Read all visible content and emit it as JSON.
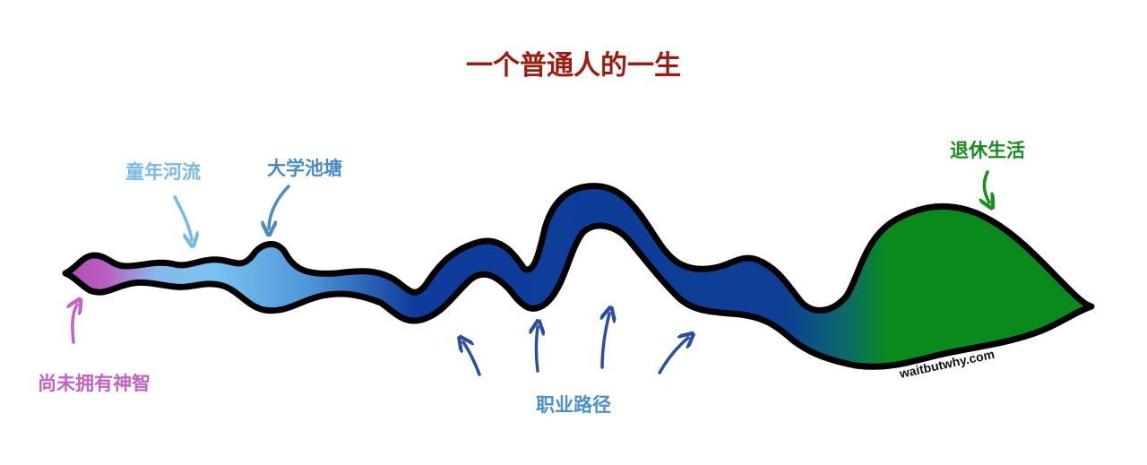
{
  "title": "一个普通人的一生",
  "labels": {
    "not_yet_conscious": "尚未拥有神智",
    "childhood_river": "童年河流",
    "college_pond": "大学池塘",
    "career_path": "职业路径",
    "retirement": "退休生活"
  },
  "watermark": "waitbutwhy.com",
  "colors": {
    "title": "#9b1c10",
    "not_yet_conscious": "#c262c4",
    "childhood_river": "#7ab9e4",
    "college_pond": "#4a8bc2",
    "career_path": "#4a8fc8",
    "retirement": "#1a8c1e",
    "career_arrows": "#2c4f9c"
  }
}
